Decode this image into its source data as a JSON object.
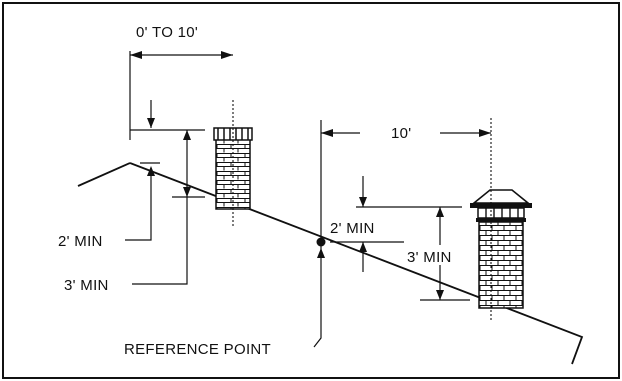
{
  "labels": {
    "horizontal_range": "0' TO 10'",
    "horizontal_distance": "10'",
    "min_2_left": "2' MIN",
    "min_3_left": "3' MIN",
    "min_2_right": "2' MIN",
    "min_3_right": "3' MIN",
    "reference_point": "REFERENCE POINT"
  },
  "colors": {
    "ink": "#111111",
    "background": "#ffffff"
  }
}
